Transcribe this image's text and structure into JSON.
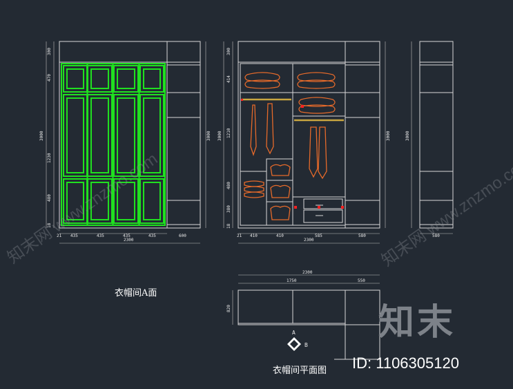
{
  "colors": {
    "background": "#232a33",
    "cad_line": "#d8d8d8",
    "door_green": "#20e020",
    "clothes": "#e66a2a",
    "rod": "#c9a640",
    "marker": "#ff2020"
  },
  "elevation_a": {
    "caption": "衣帽间A面",
    "left_dims": [
      "300",
      "470",
      "1230",
      "480",
      "18"
    ],
    "total_height": "3000",
    "bottom_dims": [
      "21",
      "435",
      "435",
      "435",
      "435",
      "600"
    ],
    "total_width": "2300",
    "right_dim": "3000"
  },
  "elevation_b": {
    "left_dims": [
      "300",
      "414",
      "1210",
      "480",
      "380",
      "18"
    ],
    "total_height": "3000",
    "bottom_dims": [
      "21",
      "410",
      "410",
      "585",
      "580"
    ],
    "total_width": "2300",
    "right_dim": "3000"
  },
  "side_view": {
    "right_dim": "3000",
    "bottom_dim": "580"
  },
  "plan": {
    "caption": "衣帽间平面图",
    "total_width": "2300",
    "dims": [
      "1750",
      "550"
    ],
    "left_dim": "820",
    "marker_a": "A",
    "marker_b": "B"
  },
  "watermark": {
    "logo": "知末",
    "id_text": "ID: 1106305120",
    "diagonal": "知末网 www.znzmo.com"
  }
}
